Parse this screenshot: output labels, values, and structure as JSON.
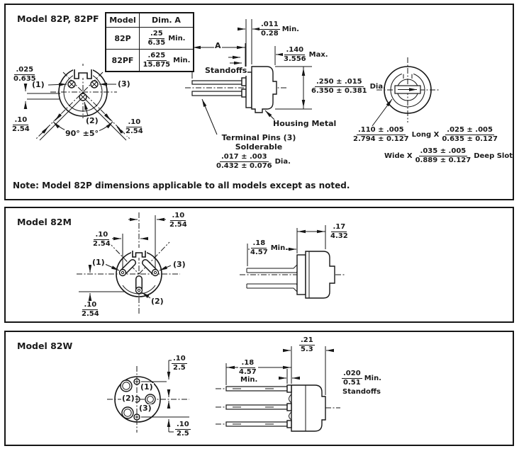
{
  "colors": {
    "ink": "#1a1a1a",
    "background": "#ffffff"
  },
  "panel1": {
    "title": "Model 82P, 82PF",
    "table": {
      "col_model": "Model",
      "col_dima": "Dim. A",
      "rows": [
        {
          "model": "82P",
          "num": ".25",
          "den": "6.35",
          "suffix": "Min."
        },
        {
          "model": "82PF",
          "num": ".625",
          "den": "15.875",
          "suffix": "Min."
        }
      ]
    },
    "front": {
      "dim_lead": {
        "num": ".025",
        "den": "0.635"
      },
      "pin1": "(1)",
      "pin2": "(2)",
      "pin3": "(3)",
      "dim_left": {
        "num": ".10",
        "den": "2.54"
      },
      "dim_right": {
        "num": ".10",
        "den": "2.54"
      },
      "angle": "90° ±5°"
    },
    "side": {
      "dim_a_label": "A",
      "standoffs_label": "Standoffs",
      "dim_standoff": {
        "num": ".011",
        "den": "0.28",
        "suffix": "Min."
      },
      "dim_rotor": {
        "num": ".140",
        "den": "3.556",
        "suffix": "Max."
      },
      "dim_dia": {
        "num": ".250 ± .015",
        "den": "6.350 ± 0.381",
        "suffix": "Dia."
      },
      "housing_label": "Housing Metal",
      "terminal_line1": "Terminal Pins (3)",
      "terminal_line2": "Solderable",
      "dim_pin": {
        "num": ".017 ± .003",
        "den": "0.432 ± 0.076",
        "suffix": "Dia."
      }
    },
    "back": {
      "dim_slot_long": {
        "num": ".110 ± .005",
        "den": "2.794 ± 0.127"
      },
      "long_x": "Long X",
      "dim_slot_wide": {
        "num": ".025 ± .005",
        "den": "0.635 ± 0.127"
      },
      "wide_x": "Wide X",
      "dim_slot_deep": {
        "num": ".035 ± .005",
        "den": "0.889 ± 0.127"
      },
      "deep_slot": "Deep Slot"
    },
    "note": "Note: Model 82P dimensions applicable to all models except as noted."
  },
  "panel2": {
    "title": "Model 82M",
    "front": {
      "pin1": "(1)",
      "pin2": "(2)",
      "pin3": "(3)",
      "dim_top": {
        "num": ".10",
        "den": "2.54"
      },
      "dim_upper_left": {
        "num": ".10",
        "den": "2.54"
      },
      "dim_lower_left": {
        "num": ".10",
        "den": "2.54"
      }
    },
    "side": {
      "dim_lead": {
        "num": ".18",
        "den": "4.57",
        "suffix": "Min."
      },
      "dim_body": {
        "num": ".17",
        "den": "4.32"
      }
    }
  },
  "panel3": {
    "title": "Model 82W",
    "front": {
      "pin1": "(1)",
      "pin2": "(2)",
      "pin3": "(3)",
      "dim_top": {
        "num": ".10",
        "den": "2.5"
      },
      "dim_bottom": {
        "num": ".10",
        "den": "2.5"
      }
    },
    "side": {
      "dim_body": {
        "num": ".21",
        "den": "5.3"
      },
      "dim_lead": {
        "num": ".18",
        "den": "4.57",
        "suffix": "Min."
      },
      "dim_standoff": {
        "num": ".020",
        "den": "0.51",
        "suffix": "Min."
      },
      "standoffs_label": "Standoffs"
    }
  }
}
